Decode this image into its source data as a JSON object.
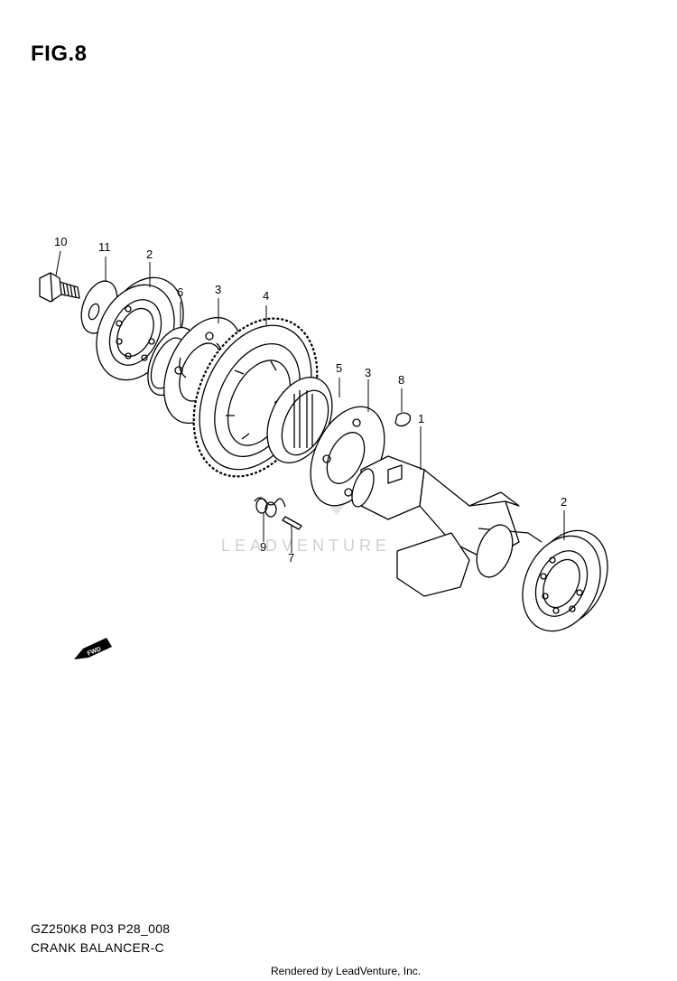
{
  "figure": {
    "title": "FIG.8"
  },
  "callouts": [
    "10",
    "11",
    "2",
    "6",
    "3",
    "4",
    "5",
    "3",
    "8",
    "1",
    "2",
    "9",
    "7"
  ],
  "direction_badge": "FWD",
  "watermark": "LEADVENTURE",
  "footer": {
    "code": "GZ250K8 P03 P28_008",
    "name": "CRANK BALANCER-C",
    "rendered_by": "Rendered by LeadVenture, Inc."
  }
}
